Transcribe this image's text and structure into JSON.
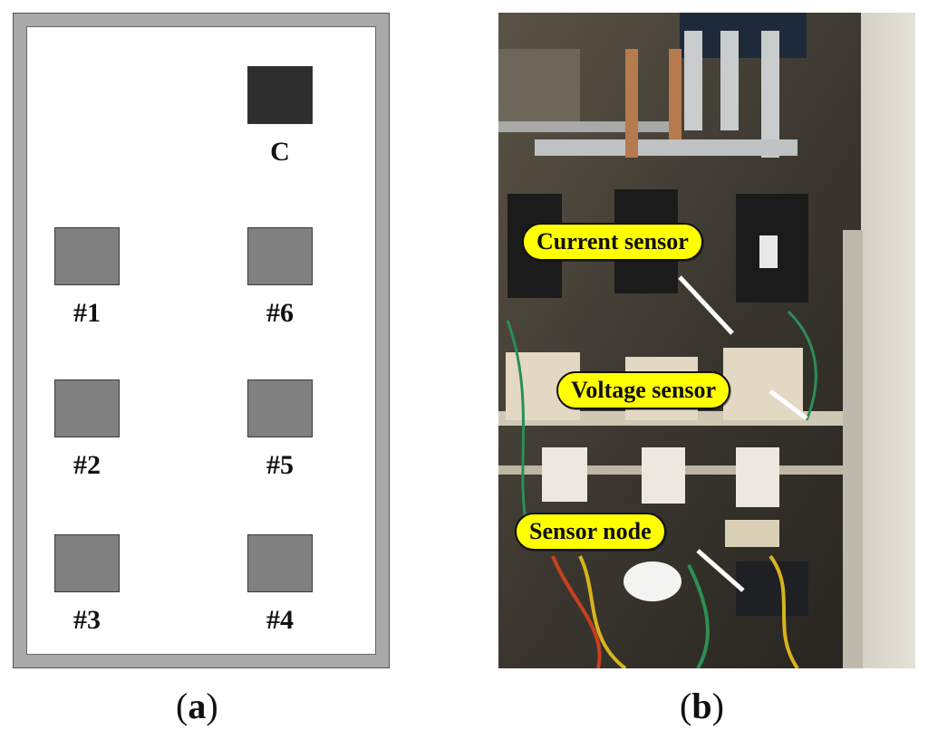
{
  "panel_a": {
    "coordinator_label": "C",
    "nodes": [
      "#1",
      "#2",
      "#3",
      "#4",
      "#5",
      "#6"
    ]
  },
  "panel_b": {
    "callouts": {
      "current_sensor": "Current sensor",
      "voltage_sensor": "Voltage sensor",
      "sensor_node": "Sensor node"
    }
  },
  "captions": {
    "a": "a",
    "b": "b"
  },
  "colors": {
    "callout_fill": "#ffff00",
    "node_fill": "#808080",
    "coordinator_fill": "#2e2e2e",
    "frame": "#a9a9a9"
  }
}
